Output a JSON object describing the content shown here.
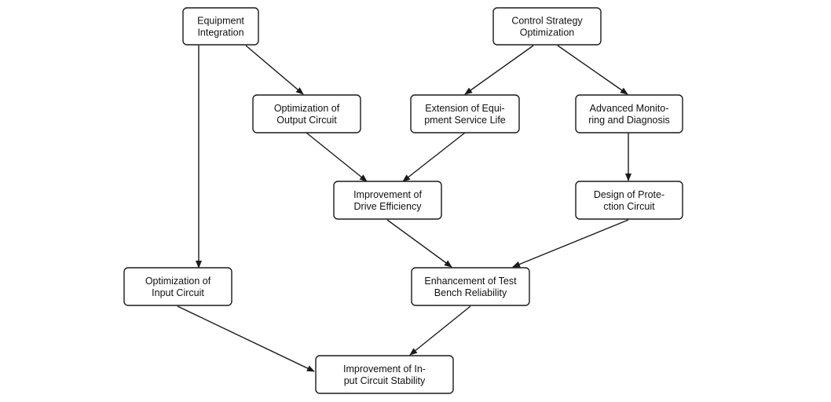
{
  "diagram": {
    "nodes": [
      {
        "id": "equipment-integration",
        "lines": [
          "Equipment",
          "Integration"
        ]
      },
      {
        "id": "control-strategy-optimization",
        "lines": [
          "Control Strategy",
          "Optimization"
        ]
      },
      {
        "id": "optimization-of-output-circuit",
        "lines": [
          "Optimization of",
          "Output Circuit"
        ]
      },
      {
        "id": "extension-of-equipment-service-life",
        "lines": [
          "Extension of Equi-",
          "pment Service Life"
        ]
      },
      {
        "id": "advanced-monitoring-and-diagnosis",
        "lines": [
          "Advanced Monito-",
          "ring and Diagnosis"
        ]
      },
      {
        "id": "improvement-of-drive-efficiency",
        "lines": [
          "Improvement of",
          "Drive Efficiency"
        ]
      },
      {
        "id": "design-of-protection-circuit",
        "lines": [
          "Design of Prote-",
          "ction Circuit"
        ]
      },
      {
        "id": "optimization-of-input-circuit",
        "lines": [
          "Optimization of",
          "Input Circuit"
        ]
      },
      {
        "id": "enhancement-of-test-bench-reliability",
        "lines": [
          "Enhancement of Test",
          "Bench Reliability"
        ]
      },
      {
        "id": "improvement-of-input-circuit-stability",
        "lines": [
          "Improvement of In-",
          "put Circuit Stability"
        ]
      }
    ],
    "edges": [
      {
        "from": "equipment-integration",
        "to": "optimization-of-output-circuit"
      },
      {
        "from": "equipment-integration",
        "to": "optimization-of-input-circuit"
      },
      {
        "from": "control-strategy-optimization",
        "to": "extension-of-equipment-service-life"
      },
      {
        "from": "control-strategy-optimization",
        "to": "advanced-monitoring-and-diagnosis"
      },
      {
        "from": "optimization-of-output-circuit",
        "to": "improvement-of-drive-efficiency"
      },
      {
        "from": "extension-of-equipment-service-life",
        "to": "improvement-of-drive-efficiency"
      },
      {
        "from": "advanced-monitoring-and-diagnosis",
        "to": "design-of-protection-circuit"
      },
      {
        "from": "improvement-of-drive-efficiency",
        "to": "enhancement-of-test-bench-reliability"
      },
      {
        "from": "design-of-protection-circuit",
        "to": "enhancement-of-test-bench-reliability"
      },
      {
        "from": "optimization-of-input-circuit",
        "to": "improvement-of-input-circuit-stability"
      },
      {
        "from": "enhancement-of-test-bench-reliability",
        "to": "improvement-of-input-circuit-stability"
      }
    ]
  }
}
